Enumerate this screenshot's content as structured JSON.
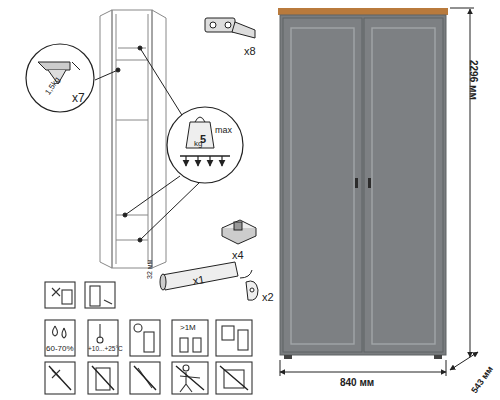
{
  "diagram": {
    "labels": [
      "x8",
      "x7",
      "1,5kg",
      "5",
      "kg",
      "max",
      "x4",
      "x1",
      "32 мм",
      "x2",
      "60-70%",
      "+10...+25°C",
      ">1M",
      "2296 мм",
      "840 мм",
      "543 мм"
    ]
  }
}
